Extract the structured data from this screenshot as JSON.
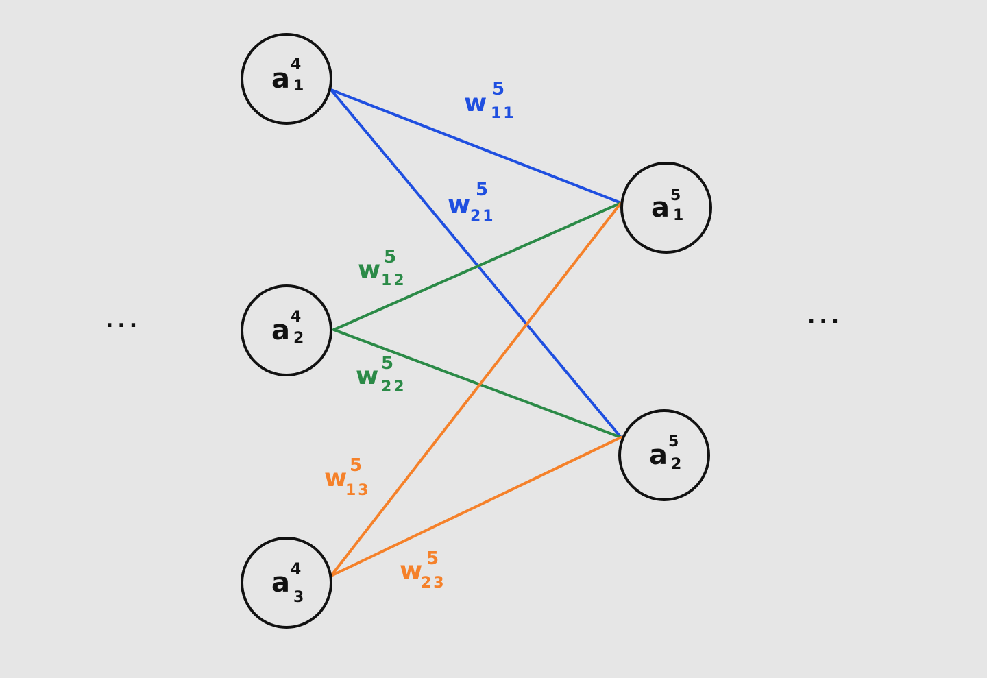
{
  "colors": {
    "background": "#e6e6e6",
    "node_stroke": "#111111",
    "blue": "#1f4fe0",
    "green": "#2b8a47",
    "orange": "#f5812a"
  },
  "ellipsis_left": "...",
  "ellipsis_right": "...",
  "layer4": [
    {
      "base": "a",
      "sup": "4",
      "sub": "1"
    },
    {
      "base": "a",
      "sup": "4",
      "sub": "2"
    },
    {
      "base": "a",
      "sup": "4",
      "sub": "3"
    }
  ],
  "layer5": [
    {
      "base": "a",
      "sup": "5",
      "sub": "1"
    },
    {
      "base": "a",
      "sup": "5",
      "sub": "2"
    }
  ],
  "weights": {
    "w11": {
      "base": "w",
      "sup": "5",
      "sub": "11",
      "color": "blue"
    },
    "w21": {
      "base": "w",
      "sup": "5",
      "sub": "21",
      "color": "blue"
    },
    "w12": {
      "base": "w",
      "sup": "5",
      "sub": "12",
      "color": "green"
    },
    "w22": {
      "base": "w",
      "sup": "5",
      "sub": "22",
      "color": "green"
    },
    "w13": {
      "base": "w",
      "sup": "5",
      "sub": "13",
      "color": "orange"
    },
    "w23": {
      "base": "w",
      "sup": "5",
      "sub": "23",
      "color": "orange"
    }
  }
}
